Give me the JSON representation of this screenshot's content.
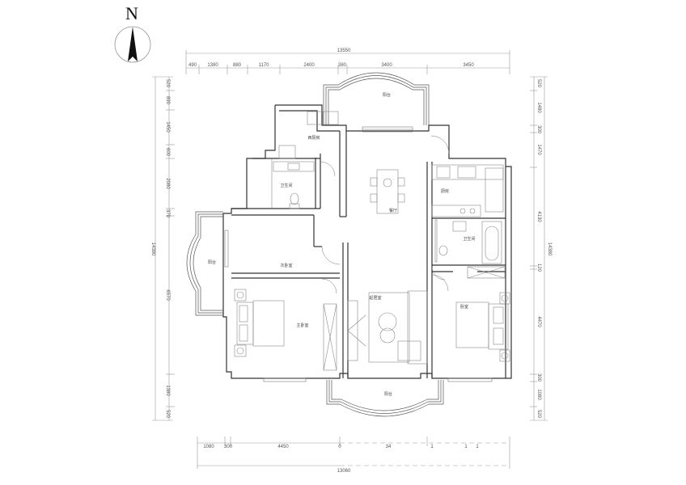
{
  "compass": {
    "label": "N",
    "icon": "north-arrow-icon"
  },
  "dimensions": {
    "top_total": "13550",
    "top_segments": [
      "490",
      "1380",
      "880",
      "1170",
      "2400",
      "380",
      "3400",
      "3450"
    ],
    "left_total": "14380",
    "left_segments": [
      "520",
      "890",
      "1450",
      "600",
      "2080",
      "370",
      "6570",
      "1380",
      "520"
    ],
    "right_total": "14380",
    "right_segments": [
      "520",
      "1480",
      "300",
      "1470",
      "4130",
      "120",
      "4470",
      "300",
      "1080",
      "520"
    ],
    "bottom_total": "13060",
    "bottom_segments": [
      "1080",
      "300",
      "4450",
      "0",
      "34",
      "1",
      "1",
      "1"
    ]
  },
  "rooms": {
    "north_balcony": "阳台",
    "west_kitchen": "西厨房",
    "bathroom_west": "卫生间",
    "secondary_bedroom": "次卧室",
    "west_balcony": "阳台",
    "dining": "餐厅",
    "kitchen": "厨房",
    "bathroom_east": "卫生间",
    "master_bedroom": "主卧室",
    "living_room": "起居室",
    "bedroom_east": "卧室",
    "south_balcony": "阳台"
  },
  "colors": {
    "wall": "#333333",
    "fixture": "#888888",
    "dim": "#999999",
    "background": "#ffffff"
  }
}
